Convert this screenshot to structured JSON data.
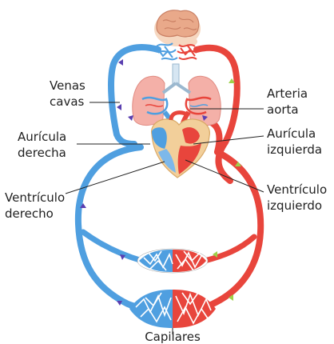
{
  "labels": {
    "venas_cavas_1": "Venas",
    "venas_cavas_2": "cavas",
    "arteria_aorta_1": "Arteria",
    "arteria_aorta_2": "aorta",
    "auricula_derecha_1": "Aurícula",
    "auricula_derecha_2": "derecha",
    "auricula_izquierda_1": "Aurícula",
    "auricula_izquierda_2": "izquierda",
    "ventriculo_derecho_1": "Ventrículo",
    "ventriculo_derecho_2": "derecho",
    "ventriculo_izquierdo_1": "Ventrículo",
    "ventriculo_izquierdo_2": "izquierdo",
    "capilares": "Capilares"
  },
  "colors": {
    "deoxygenated_blood": "#4f9fe0",
    "oxygenated_blood": "#e8453c",
    "heart_wall": "#f2cf9a",
    "lungs": "#f4b0a8",
    "brain": "#e9a98a",
    "flow_arrow_venous": "#5a3fb0",
    "flow_arrow_arterial": "#9ed14a"
  }
}
